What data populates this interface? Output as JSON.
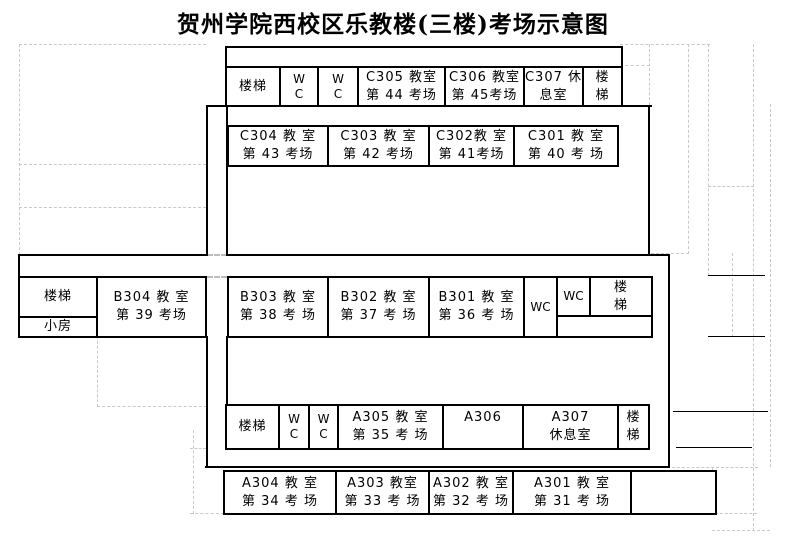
{
  "title": "贺州学院西校区乐教楼(三楼)考场示意图",
  "colors": {
    "wall": "#000000",
    "grid": "#c9c9c9",
    "background": "#ffffff"
  },
  "rows": {
    "top": [
      {
        "name": "stairs-top-left",
        "lines": [
          "楼梯"
        ]
      },
      {
        "name": "wc-top-1",
        "lines": [
          "W",
          "C"
        ]
      },
      {
        "name": "wc-top-2",
        "lines": [
          "W",
          "C"
        ]
      },
      {
        "name": "room-c305",
        "lines": [
          "C305 教室",
          "第 44 考场"
        ]
      },
      {
        "name": "room-c306",
        "lines": [
          "C306 教室",
          "第 45考场"
        ]
      },
      {
        "name": "room-c307",
        "lines": [
          "C307 休",
          "息室"
        ]
      },
      {
        "name": "stairs-top-right",
        "lines": [
          "楼",
          "梯"
        ]
      }
    ],
    "c": [
      {
        "name": "room-c304",
        "lines": [
          "C304 教 室",
          "第 43 考场"
        ]
      },
      {
        "name": "room-c303",
        "lines": [
          "C303 教 室",
          "第 42 考场"
        ]
      },
      {
        "name": "room-c302",
        "lines": [
          "C302教 室",
          "第 41考场"
        ]
      },
      {
        "name": "room-c301",
        "lines": [
          "C301 教 室",
          "第 40 考 场"
        ]
      }
    ],
    "b_wing": [
      {
        "name": "stairs-west",
        "lines": [
          "楼梯"
        ]
      },
      {
        "name": "small-room",
        "lines": [
          "小房"
        ]
      },
      {
        "name": "room-b304",
        "lines": [
          "B304 教 室",
          "第 39 考场"
        ]
      }
    ],
    "b": [
      {
        "name": "room-b303",
        "lines": [
          "B303 教 室",
          "第 38 考 场"
        ]
      },
      {
        "name": "room-b302",
        "lines": [
          "B302 教 室",
          "第 37 考 场"
        ]
      },
      {
        "name": "room-b301",
        "lines": [
          "B301 教 室",
          "第 36 考 场"
        ]
      },
      {
        "name": "wc-mid-1",
        "lines": [
          "WC"
        ]
      },
      {
        "name": "wc-mid-2",
        "lines": [
          "WC"
        ]
      },
      {
        "name": "stairs-mid-right",
        "lines": [
          "楼",
          "梯"
        ]
      }
    ],
    "a": [
      {
        "name": "stairs-a-left",
        "lines": [
          "楼梯"
        ]
      },
      {
        "name": "wc-a-1",
        "lines": [
          "W",
          "C"
        ]
      },
      {
        "name": "wc-a-2",
        "lines": [
          "W",
          "C"
        ]
      },
      {
        "name": "room-a305",
        "lines": [
          "A305 教 室",
          "第 35 考 场"
        ]
      },
      {
        "name": "room-a306",
        "lines": [
          "A306",
          ""
        ]
      },
      {
        "name": "room-a307",
        "lines": [
          "A307",
          "休息室"
        ]
      },
      {
        "name": "stairs-a-right",
        "lines": [
          "楼",
          "梯"
        ]
      }
    ],
    "bottom": [
      {
        "name": "room-a304",
        "lines": [
          "A304 教 室",
          "第 34 考 场"
        ]
      },
      {
        "name": "room-a303",
        "lines": [
          "A303 教室",
          "第 33 考 场"
        ]
      },
      {
        "name": "room-a302",
        "lines": [
          "A302 教 室",
          "第 32 考 场"
        ]
      },
      {
        "name": "room-a301",
        "lines": [
          "A301 教 室",
          "第 31 考 场"
        ]
      },
      {
        "name": "empty-room",
        "lines": [
          ""
        ]
      }
    ]
  }
}
